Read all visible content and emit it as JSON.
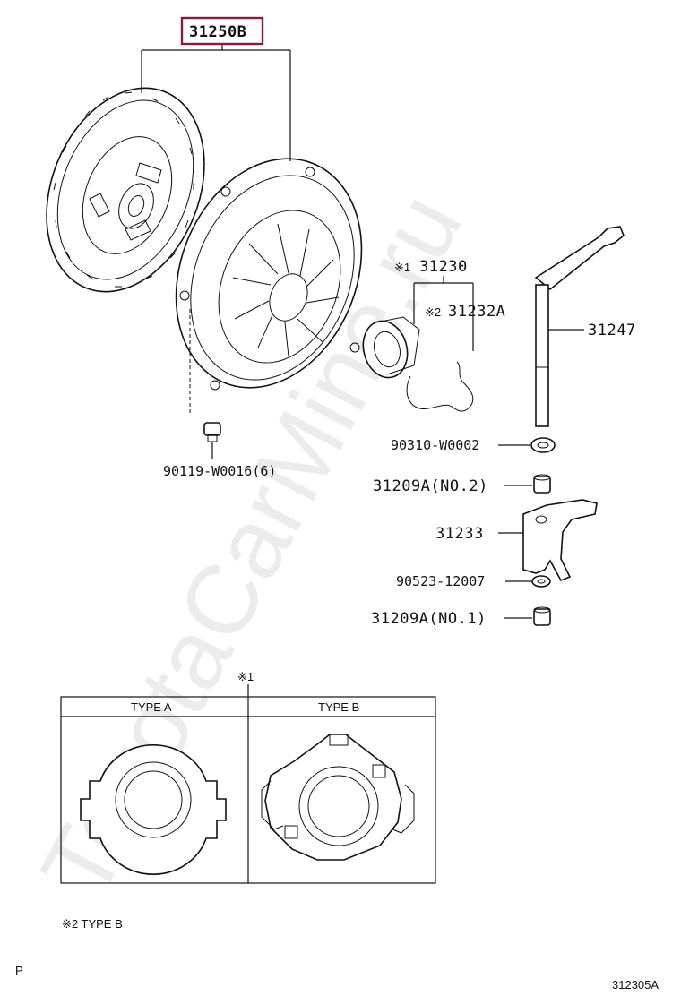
{
  "watermark": "ToyotaCarMine.ru",
  "highlight_color": "#8b1a3a",
  "parts": {
    "clutch_cover_set": "31250B",
    "release_bearing": "31230",
    "release_bearing_mark": "※1",
    "bearing_hub_clip": "31232A",
    "bearing_hub_clip_mark": "※2",
    "release_fork_shaft": "31247",
    "shaft_seal": "90310-W0002",
    "bushing_no2": "31209A(NO.2)",
    "release_fork": "31233",
    "fork_washer": "90523-12007",
    "bushing_no1": "31209A(NO.1)",
    "cover_bolt": "90119-W0016(6)"
  },
  "inset": {
    "title_mark": "※1",
    "type_a": "TYPE A",
    "type_b": "TYPE B"
  },
  "footnote": "※2 TYPE B",
  "corner_left": "P",
  "diagram_id": "312305A"
}
